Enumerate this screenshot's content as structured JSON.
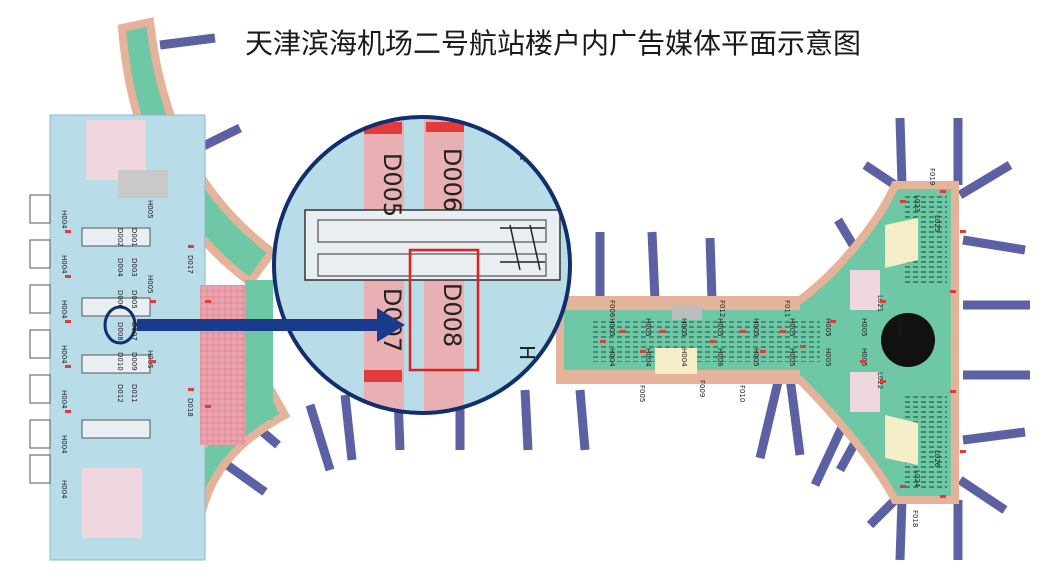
{
  "title": "天津滨海机场二号航站楼户内广告媒体平面示意图",
  "colors": {
    "west_hall": "#b9dce9",
    "concourse_green": "#6ec7a5",
    "terminal_border": "#e5b39a",
    "jet_bridge": "#5c61a4",
    "marker_red": "#e33b3b",
    "label_pink": "#f0a8a8",
    "arrow_blue": "#1a3a8c",
    "ring_navy": "#112f6e",
    "highlight_box": "#e02020",
    "pink_zone": "#eba3ad",
    "cream": "#f5eec9",
    "dark_circle": "#111111"
  },
  "labels": {
    "west_cols": [
      "D002",
      "D004",
      "D006",
      "D008",
      "D010",
      "D012",
      "D001",
      "D003",
      "D005",
      "D007",
      "D009",
      "D011"
    ],
    "west_side": [
      "H004",
      "H004",
      "H004",
      "H004",
      "H004",
      "H004",
      "H004"
    ],
    "west_h005": [
      "H005",
      "H005",
      "H005"
    ],
    "center": [
      "D017",
      "D018"
    ],
    "magnified": [
      "D005",
      "D006",
      "D007",
      "D008"
    ],
    "east_h": [
      "H005",
      "H005",
      "H005",
      "H005",
      "H005",
      "H005",
      "H005",
      "H005",
      "H004",
      "H004",
      "H004",
      "H004",
      "H006",
      "H005",
      "H005",
      "H005",
      "H005"
    ],
    "east_lights": [
      "L023",
      "L024",
      "L025",
      "L026",
      "L021",
      "L022"
    ],
    "east_f": [
      "F019",
      "F018",
      "F006",
      "F012",
      "F011",
      "F010",
      "F009",
      "F005"
    ]
  }
}
